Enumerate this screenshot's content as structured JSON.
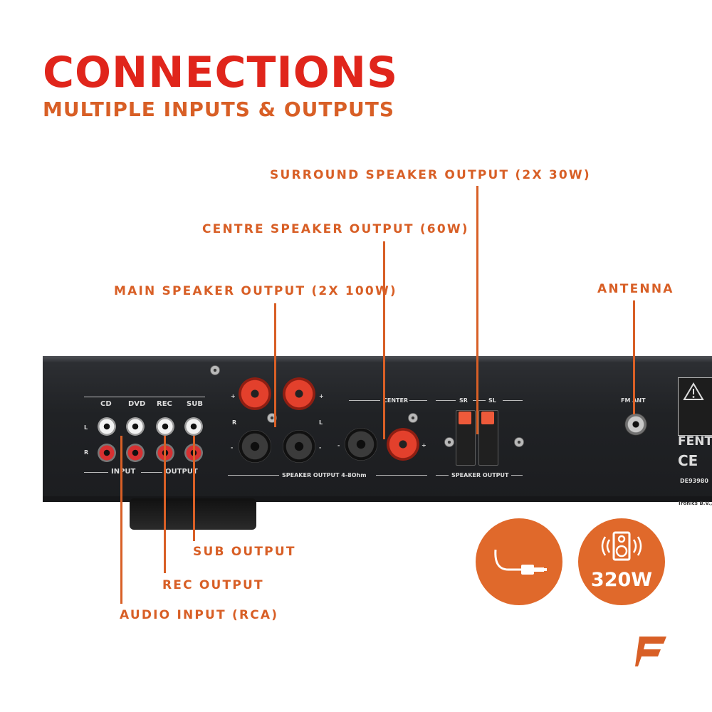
{
  "colors": {
    "title": "#e0251b",
    "accent": "#d85f26",
    "badge": "#e0692b",
    "chassis": "#222326",
    "panel_text": "#dcdcdc",
    "red_terminal": "#e3402c",
    "white": "#ffffff"
  },
  "header": {
    "title": "CONNECTIONS",
    "subtitle": "MULTIPLE INPUTS & OUTPUTS"
  },
  "callouts": {
    "surround": "SURROUND SPEAKER OUTPUT (2X 30W)",
    "centre": "CENTRE SPEAKER OUTPUT (60W)",
    "main": "MAIN SPEAKER OUTPUT (2X 100W)",
    "antenna": "ANTENNA",
    "sub": "SUB OUTPUT",
    "rec": "REC OUTPUT",
    "audio_input": "AUDIO INPUT (RCA)"
  },
  "panel": {
    "cd": "CD",
    "dvd": "DVD",
    "rec": "REC",
    "sub": "SUB",
    "left": "L",
    "right": "R",
    "input": "INPUT",
    "output": "OUTPUT",
    "center": "CENTER",
    "sr": "SR",
    "sl": "SL",
    "speaker_output_main": "SPEAKER OUTPUT 4-8Ohm",
    "speaker_output_surround": "SPEAKER OUTPUT",
    "fm_ant": "FM ANT",
    "brand_partial": "FENTO",
    "ce_mark": "CE",
    "serial_partial": "DE93980",
    "company_partial": "Tronics B.V., Bedrijv",
    "plus": "+",
    "minus": "-"
  },
  "badges": {
    "power": "320W",
    "audio_icon": "audio-jack-icon",
    "speaker_icon": "speaker-icon"
  },
  "logo": {
    "icon": "fenton-f-logo-icon"
  }
}
